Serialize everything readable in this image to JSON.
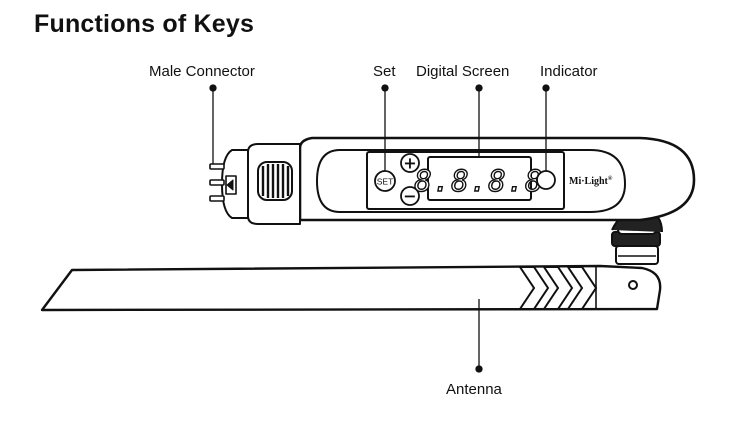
{
  "page": {
    "title": "Functions of Keys"
  },
  "callouts": {
    "male_connector": "Male Connector",
    "set": "Set",
    "digital_screen": "Digital Screen",
    "indicator": "Indicator",
    "antenna": "Antenna"
  },
  "device": {
    "display_reading": "8.8.8.8",
    "set_key_label": "SET",
    "plus_key_label": "+",
    "minus_key_label": "−",
    "brand": "Mi·Light",
    "brand_mark": "®"
  },
  "colors": {
    "line": "#111111",
    "background": "#ffffff"
  }
}
